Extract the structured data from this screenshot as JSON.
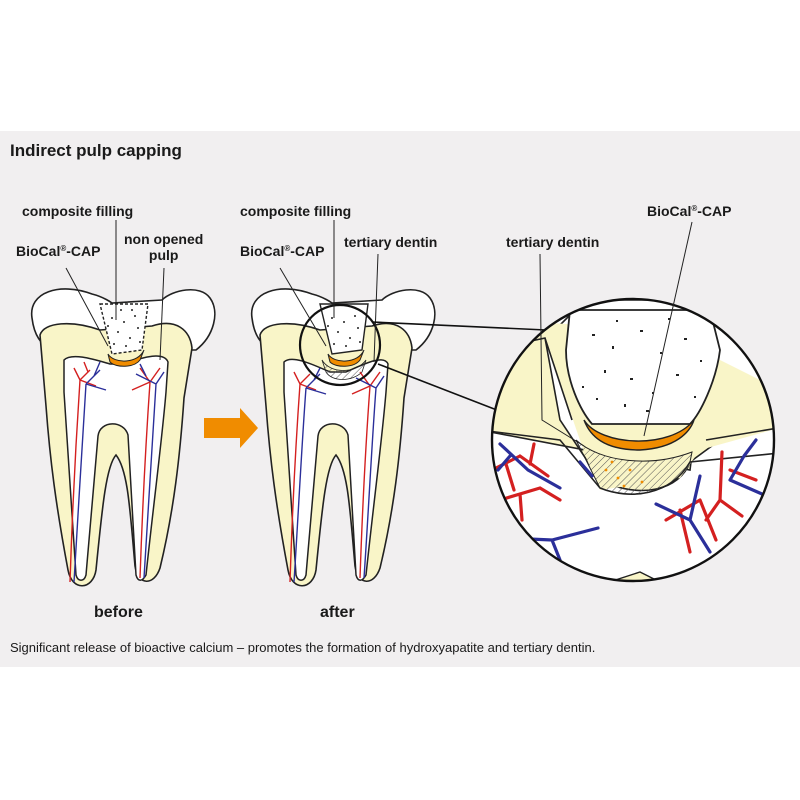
{
  "title": "Indirect pulp capping",
  "caption": "Significant release of bioactive calcium – promotes the formation of hydroxyapatite and tertiary dentin.",
  "labels": {
    "before": {
      "composite_filling": "composite filling",
      "biocal_prefix": "BioCal",
      "biocal_reg": "®",
      "biocal_suffix": "-CAP",
      "non_opened_line1": "non opened",
      "non_opened_line2": "pulp"
    },
    "after": {
      "composite_filling": "composite filling",
      "biocal_prefix": "BioCal",
      "biocal_reg": "®",
      "biocal_suffix": "-CAP",
      "tertiary_dentin": "tertiary dentin"
    },
    "detail": {
      "tertiary_dentin": "tertiary dentin",
      "biocal_prefix": "BioCal",
      "biocal_reg": "®",
      "biocal_suffix": "-CAP"
    }
  },
  "stage_labels": {
    "before": "before",
    "after": "after"
  },
  "colors": {
    "background": "#f1eff0",
    "enamel": "#ffffff",
    "dentin": "#f9f5c8",
    "pulp": "#ffffff",
    "biocal": "#f08c00",
    "arrow": "#f08c00",
    "artery": "#d42020",
    "vein": "#2b2f9a"
  }
}
